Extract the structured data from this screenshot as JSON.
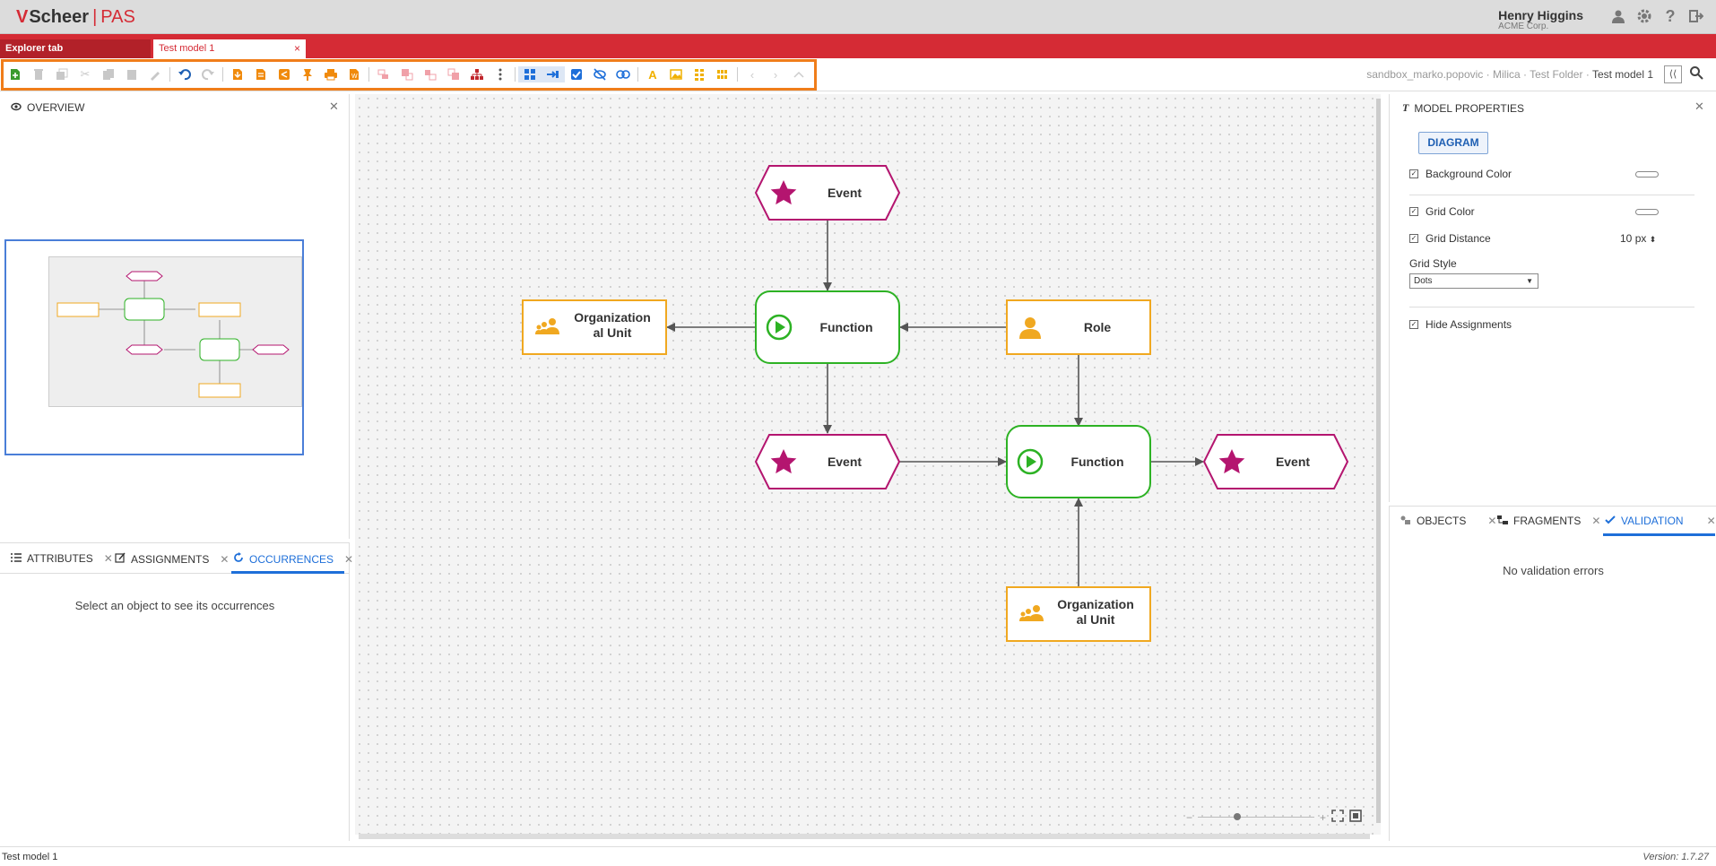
{
  "header": {
    "logo_mark": "V",
    "logo_name": "Scheer",
    "logo_separator": "|",
    "logo_product": "PAS",
    "user_name": "Henry Higgins",
    "user_org": "ACME Corp.",
    "icons": [
      "user-icon",
      "gear-icon",
      "help-icon",
      "logout-icon"
    ]
  },
  "tabs": {
    "explorer": "Explorer tab",
    "model": "Test model 1",
    "close": "×"
  },
  "toolbar": {
    "breadcrumb": [
      "sandbox_marko.popovic",
      "Milica",
      "Test Folder"
    ],
    "breadcrumb_current": "Test model 1",
    "breadcrumb_separator": "·",
    "accent_color": "#f07d1a"
  },
  "overview": {
    "title": "OVERVIEW"
  },
  "bottom_left": {
    "tabs": [
      "ATTRIBUTES",
      "ASSIGNMENTS",
      "OCCURRENCES"
    ],
    "active_tab": "OCCURRENCES",
    "message": "Select an object to see its occurrences"
  },
  "diagram": {
    "colors": {
      "event": "#b4156f",
      "function": "#2db224",
      "org": "#f0a820"
    },
    "nodes": {
      "event_top": "Event",
      "function_mid": "Function",
      "org_left_1": "Organization",
      "org_left_2": "al Unit",
      "role": "Role",
      "event_mid": "Event",
      "function_bot": "Function",
      "event_right": "Event",
      "org_bot_1": "Organization",
      "org_bot_2": "al Unit"
    },
    "zoom_minus": "−",
    "zoom_plus": "+"
  },
  "properties": {
    "title": "MODEL PROPERTIES",
    "tab": "DIAGRAM",
    "background_color_label": "Background Color",
    "grid_color_label": "Grid Color",
    "grid_distance_label": "Grid Distance",
    "grid_distance_value": "10",
    "grid_distance_unit": "px",
    "grid_style_label": "Grid Style",
    "grid_style_value": "Dots",
    "hide_assignments_label": "Hide Assignments"
  },
  "bottom_right": {
    "tabs": [
      "OBJECTS",
      "FRAGMENTS",
      "VALIDATION"
    ],
    "active_tab": "VALIDATION",
    "message": "No validation errors"
  },
  "status": {
    "left": "Test model 1",
    "version": "Version: 1.7.27"
  }
}
